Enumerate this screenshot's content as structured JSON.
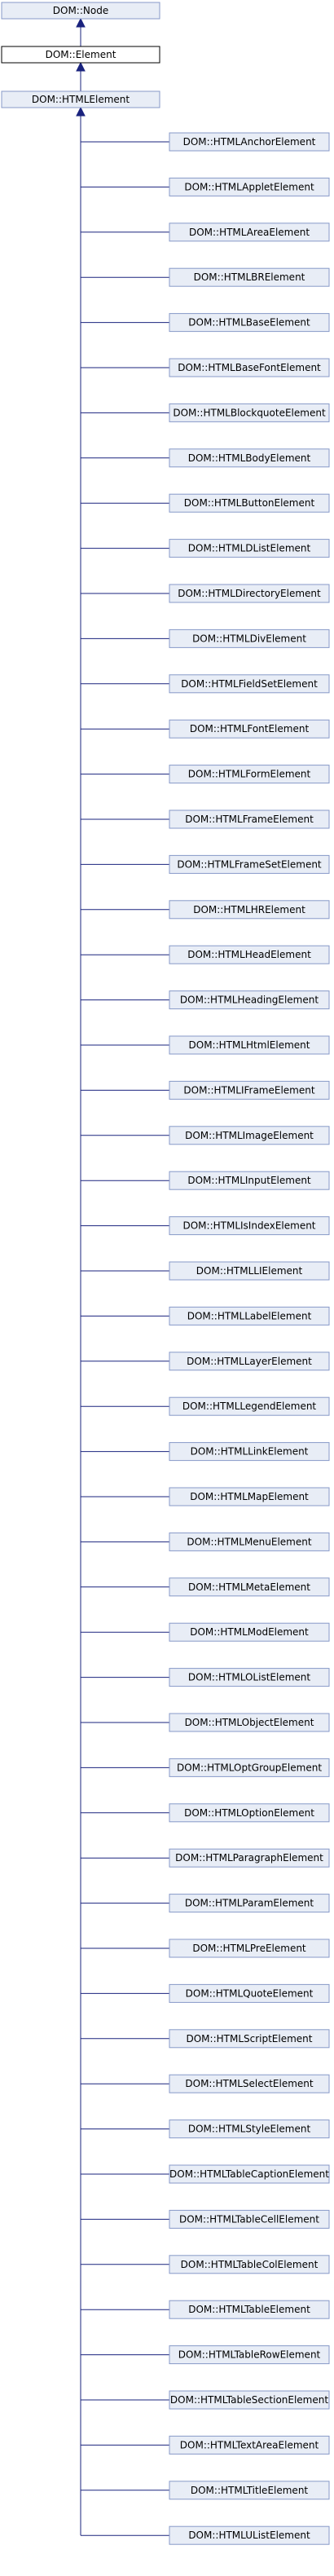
{
  "colors": {
    "edge": "#1a237e",
    "box_fill_highlight": "#e8edf6",
    "box_fill_plain": "#ffffff",
    "box_stroke_highlight": "#8799c8",
    "box_stroke_plain": "#000000"
  },
  "root_chain": [
    {
      "label": "DOM::Node",
      "style": "highlight"
    },
    {
      "label": "DOM::Element",
      "style": "plain"
    },
    {
      "label": "DOM::HTMLElement",
      "style": "highlight"
    }
  ],
  "children": [
    "DOM::HTMLAnchorElement",
    "DOM::HTMLAppletElement",
    "DOM::HTMLAreaElement",
    "DOM::HTMLBRElement",
    "DOM::HTMLBaseElement",
    "DOM::HTMLBaseFontElement",
    "DOM::HTMLBlockquoteElement",
    "DOM::HTMLBodyElement",
    "DOM::HTMLButtonElement",
    "DOM::HTMLDListElement",
    "DOM::HTMLDirectoryElement",
    "DOM::HTMLDivElement",
    "DOM::HTMLFieldSetElement",
    "DOM::HTMLFontElement",
    "DOM::HTMLFormElement",
    "DOM::HTMLFrameElement",
    "DOM::HTMLFrameSetElement",
    "DOM::HTMLHRElement",
    "DOM::HTMLHeadElement",
    "DOM::HTMLHeadingElement",
    "DOM::HTMLHtmlElement",
    "DOM::HTMLIFrameElement",
    "DOM::HTMLImageElement",
    "DOM::HTMLInputElement",
    "DOM::HTMLIsIndexElement",
    "DOM::HTMLLIElement",
    "DOM::HTMLLabelElement",
    "DOM::HTMLLayerElement",
    "DOM::HTMLLegendElement",
    "DOM::HTMLLinkElement",
    "DOM::HTMLMapElement",
    "DOM::HTMLMenuElement",
    "DOM::HTMLMetaElement",
    "DOM::HTMLModElement",
    "DOM::HTMLOListElement",
    "DOM::HTMLObjectElement",
    "DOM::HTMLOptGroupElement",
    "DOM::HTMLOptionElement",
    "DOM::HTMLParagraphElement",
    "DOM::HTMLParamElement",
    "DOM::HTMLPreElement",
    "DOM::HTMLQuoteElement",
    "DOM::HTMLScriptElement",
    "DOM::HTMLSelectElement",
    "DOM::HTMLStyleElement",
    "DOM::HTMLTableCaptionElement",
    "DOM::HTMLTableCellElement",
    "DOM::HTMLTableColElement",
    "DOM::HTMLTableElement",
    "DOM::HTMLTableRowElement",
    "DOM::HTMLTableSectionElement",
    "DOM::HTMLTextAreaElement",
    "DOM::HTMLTitleElement",
    "DOM::HTMLUListElement"
  ]
}
